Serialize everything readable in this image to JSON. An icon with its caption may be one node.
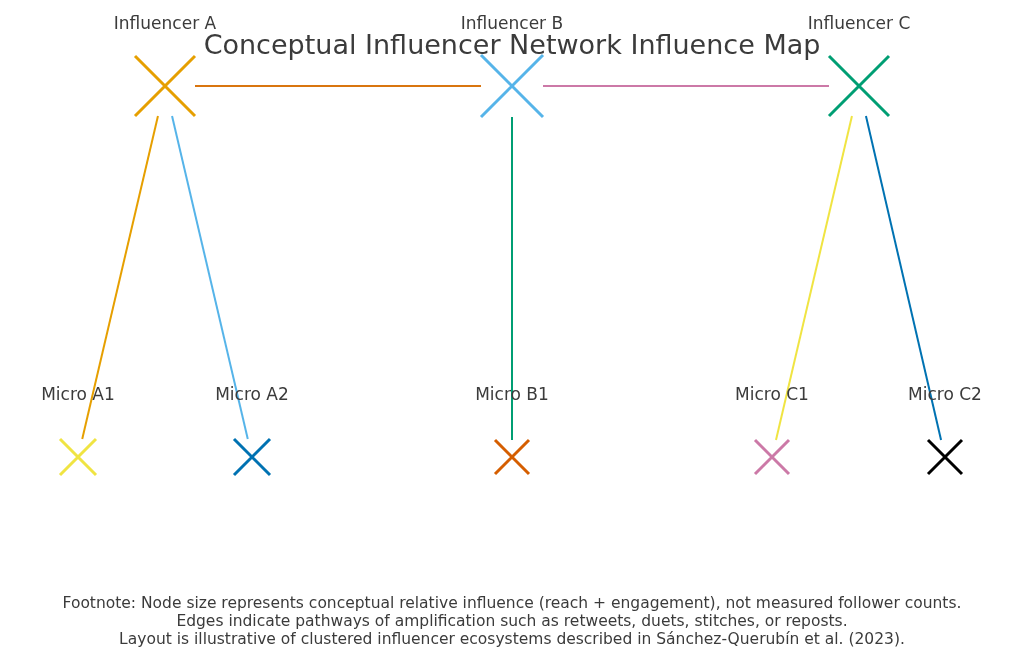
{
  "diagram": {
    "title": "Conceptual Influencer Network Influence Map",
    "nodes": [
      {
        "text": [
          "Influencer A"
        ]
      },
      {
        "text": [
          "Influencer B"
        ]
      },
      {
        "text": [
          "Influencer C"
        ]
      },
      {
        "text": [
          "Micro A1"
        ]
      },
      {
        "text": [
          "Micro A2"
        ]
      },
      {
        "text": [
          "Micro B1"
        ]
      },
      {
        "text": [
          "Micro C1"
        ]
      },
      {
        "text": [
          "Micro C2"
        ]
      }
    ],
    "edges": [
      {
        "from": 0,
        "to": 1,
        "arrow": "none",
        "color": "#d9750f"
      },
      {
        "from": 1,
        "to": 2,
        "arrow": "none",
        "color": "#cc79a7"
      },
      {
        "from": 0,
        "to": 3,
        "arrow": "none",
        "color": "#e69f00"
      },
      {
        "from": 0,
        "to": 4,
        "arrow": "none",
        "color": "#56b4e9"
      },
      {
        "from": 1,
        "to": 5,
        "arrow": "none",
        "color": "#009e73"
      },
      {
        "from": 2,
        "to": 6,
        "arrow": "none",
        "color": "#f0e442"
      },
      {
        "from": 2,
        "to": 7,
        "arrow": "none",
        "color": "#0072b2"
      }
    ],
    "labels": [
      "Footnote: Node size represents conceptual relative influence (reach + engagement), not measured follower counts.",
      "Edges indicate pathways of amplification such as retweets, duets, stitches, or reposts.",
      "Layout is illustrative of clustered influencer ecosystems described in Sánchez-Querubín et al. (2023)."
    ]
  }
}
